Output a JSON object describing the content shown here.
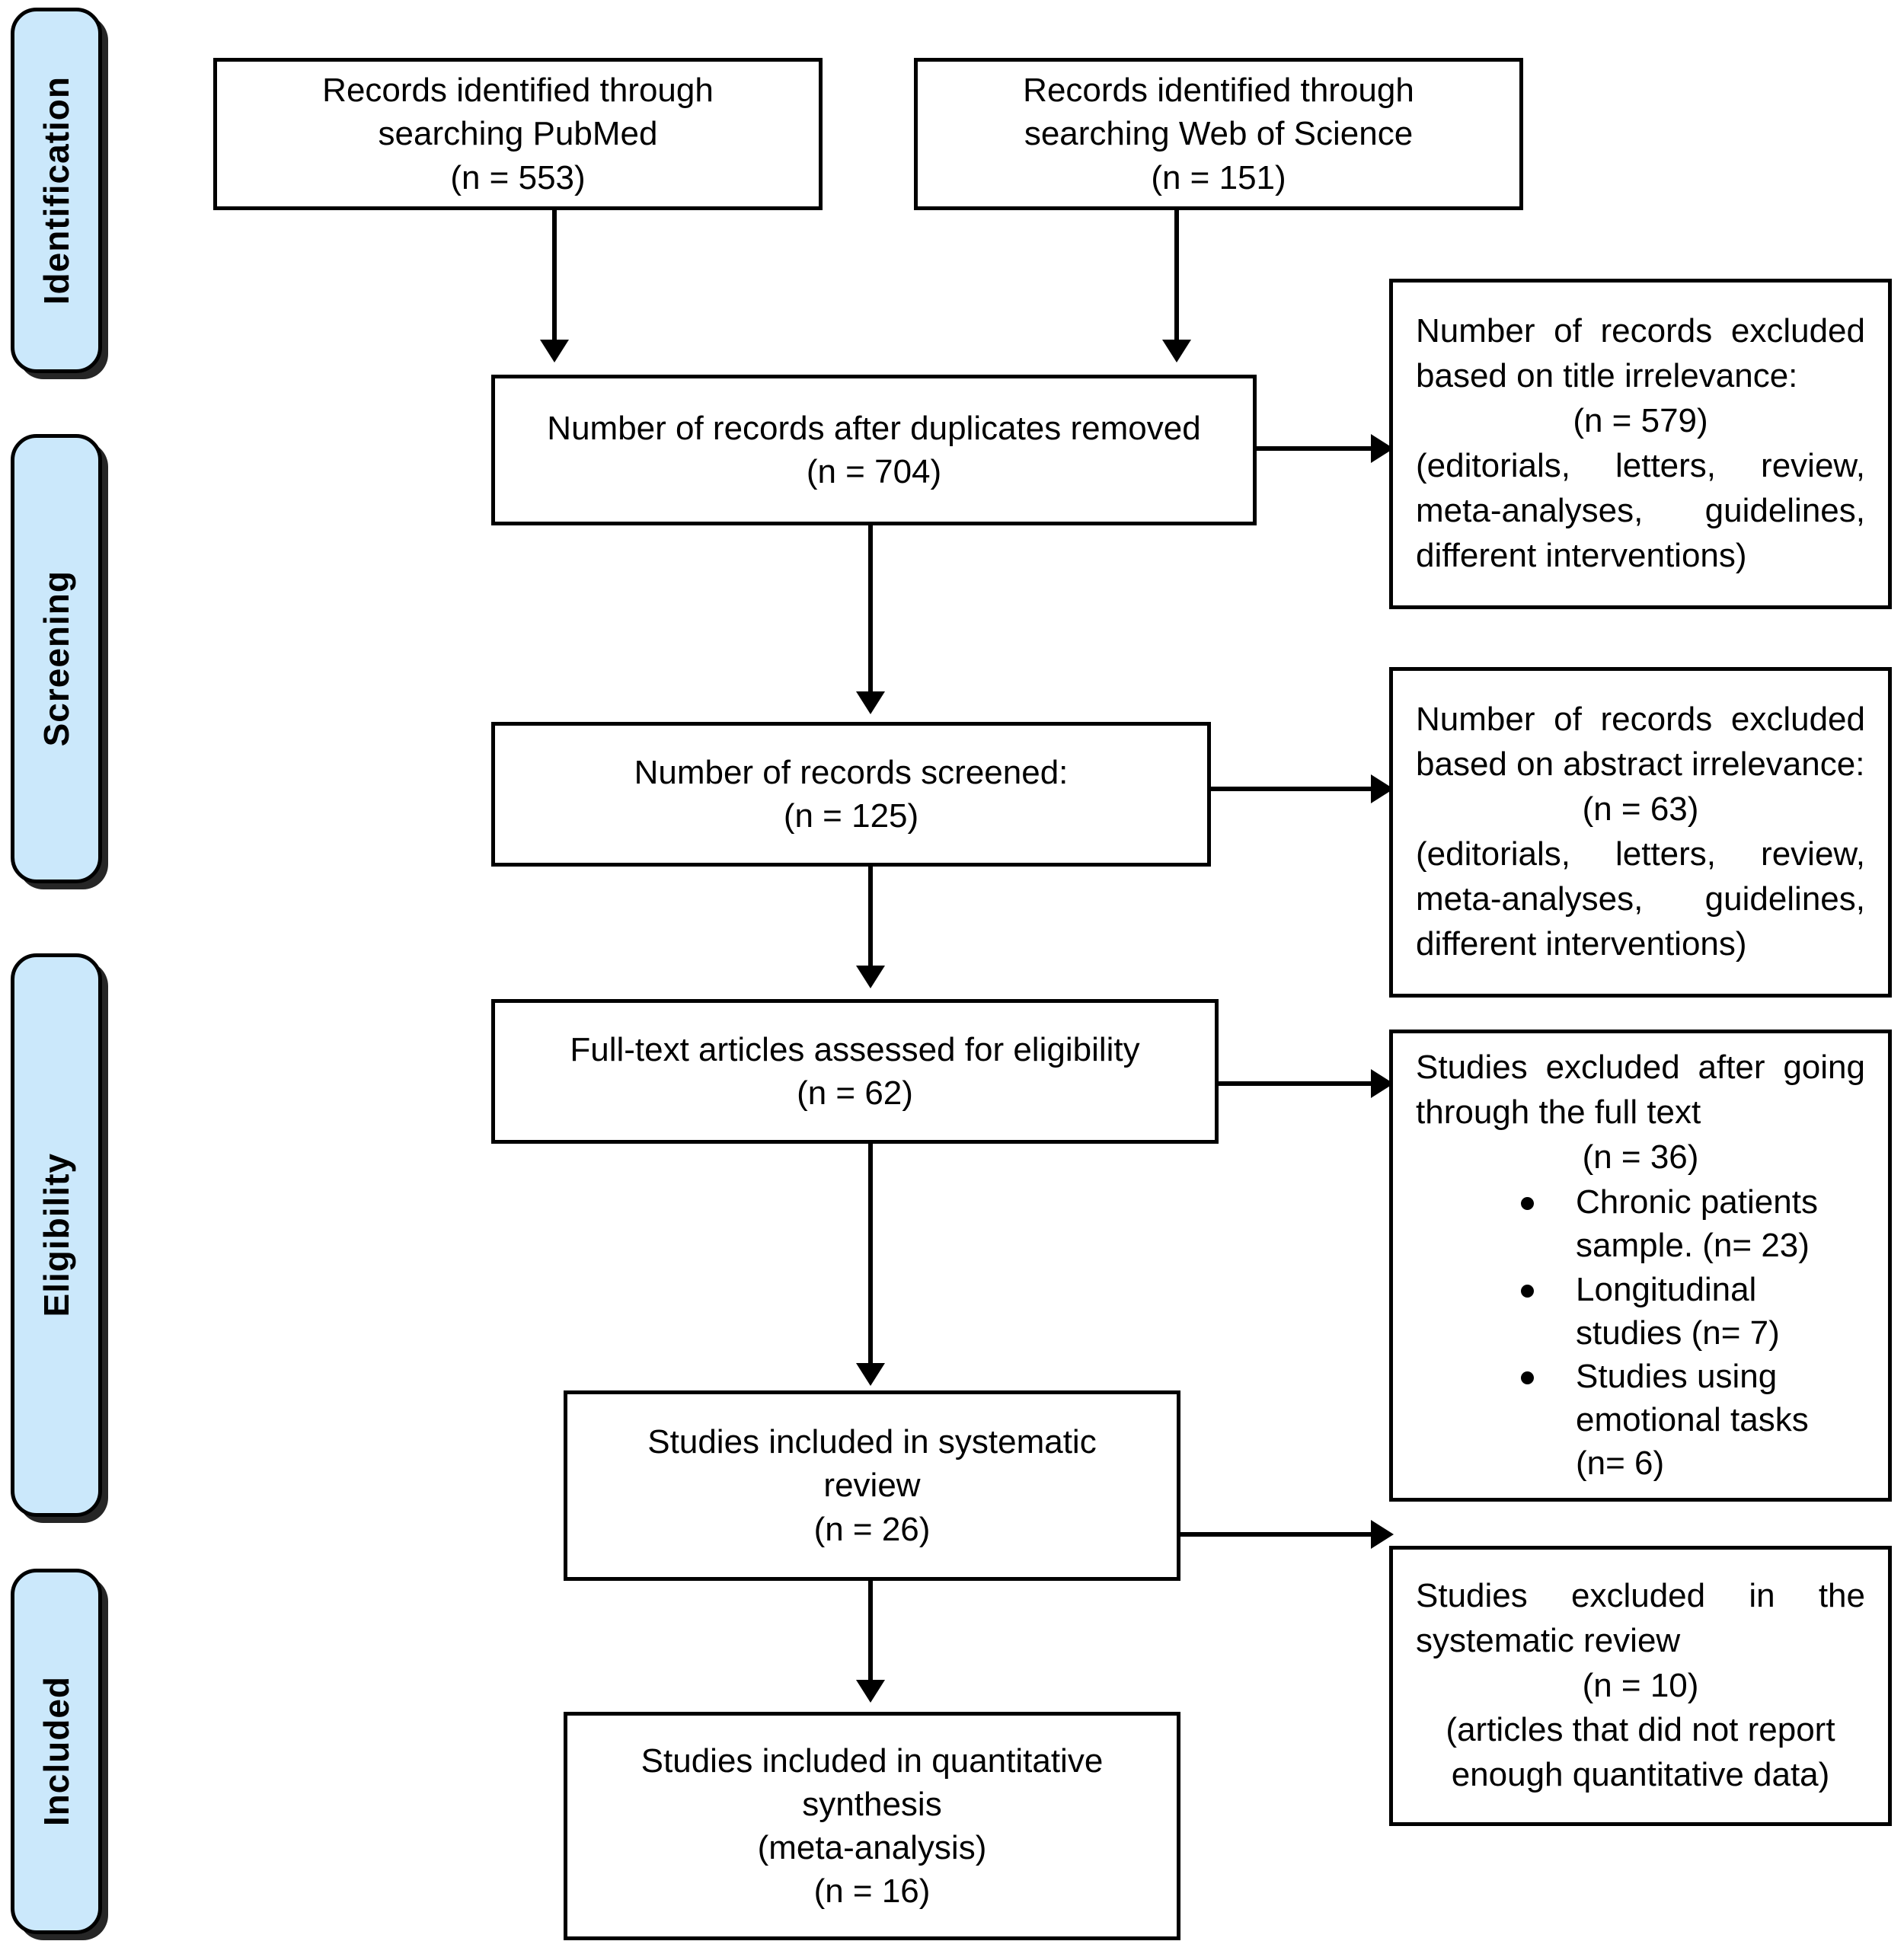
{
  "diagram": {
    "type": "prisma-flow-diagram",
    "accent_color": "#cbe8fb",
    "line_color": "#000000",
    "background_color": "#ffffff"
  },
  "stages": [
    {
      "label": "Identification"
    },
    {
      "label": "Screening"
    },
    {
      "label": "Eligibility"
    },
    {
      "label": "Included"
    }
  ],
  "flow_boxes": {
    "pubmed": {
      "line1": "Records identified through",
      "line2": "searching PubMed",
      "line3": "(n = 553)"
    },
    "wos": {
      "line1": "Records identified through",
      "line2": "searching Web of Science",
      "line3": "(n = 151)"
    },
    "duplicates_removed": {
      "line1": "Number of records after duplicates removed",
      "line2": "(n = 704)"
    },
    "records_screened": {
      "line1": "Number of records screened:",
      "line2": "(n = 125)"
    },
    "fulltext_assessed": {
      "line1": "Full-text articles assessed for eligibility",
      "line2": "(n = 62)"
    },
    "included_systematic": {
      "line1": "Studies included in systematic",
      "line2": "review",
      "line3": "(n = 26)"
    },
    "included_quantitative": {
      "line1": "Studies included in quantitative",
      "line2": "synthesis",
      "line3": "(meta-analysis)",
      "line4": "(n = 16)"
    }
  },
  "exclusion_boxes": {
    "title_irrelevance": {
      "heading": "Number of records excluded based on title irrelevance:",
      "count": "(n = 579)",
      "reasons": "(editorials, letters, review, meta-analyses, guidelines, different interventions)"
    },
    "abstract_irrelevance": {
      "heading": "Number of records excluded based on abstract irrelevance:",
      "count": "(n = 63)",
      "reasons": "(editorials, letters, review, meta-analyses, guidelines, different interventions)"
    },
    "fulltext_excluded": {
      "heading": "Studies excluded after going through the full text",
      "count": "(n = 36)",
      "bullets": [
        "Chronic patients sample. (n= 23)",
        "Longitudinal studies (n= 7)",
        "Studies using emotional tasks (n= 6)"
      ]
    },
    "systematic_review_excluded": {
      "heading": "Studies excluded in the systematic review",
      "count": "(n = 10)",
      "reasons_line1": "(articles that did not report",
      "reasons_line2": "enough quantitative data)"
    }
  }
}
